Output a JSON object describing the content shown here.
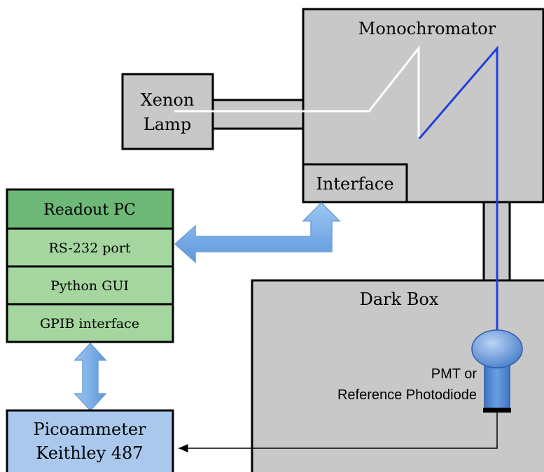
{
  "diagram": {
    "monochromator": {
      "label": "Monochromator"
    },
    "interface": {
      "label": "Interface"
    },
    "xenon_lamp": {
      "line1": "Xenon",
      "line2": "Lamp"
    },
    "readout_pc": {
      "title": "Readout PC",
      "rows": [
        "RS-232 port",
        "Python GUI",
        "GPIB interface"
      ]
    },
    "dark_box": {
      "label": "Dark Box"
    },
    "detector": {
      "line1": "PMT or",
      "line2": "Reference Photodiode"
    },
    "picoammeter": {
      "line1": "Picoammeter",
      "line2": "Keithley 487"
    }
  },
  "colors": {
    "gray_box": "#c8c8c8",
    "green_header": "#6db876",
    "green_row": "#a5d6a0",
    "blue_box": "#a9c8ec",
    "beam_blue": "#1f3fe0",
    "beam_white": "#ffffff",
    "arrow_blue": "#7fb2ea",
    "pmt_blue": "#4f86d0"
  }
}
